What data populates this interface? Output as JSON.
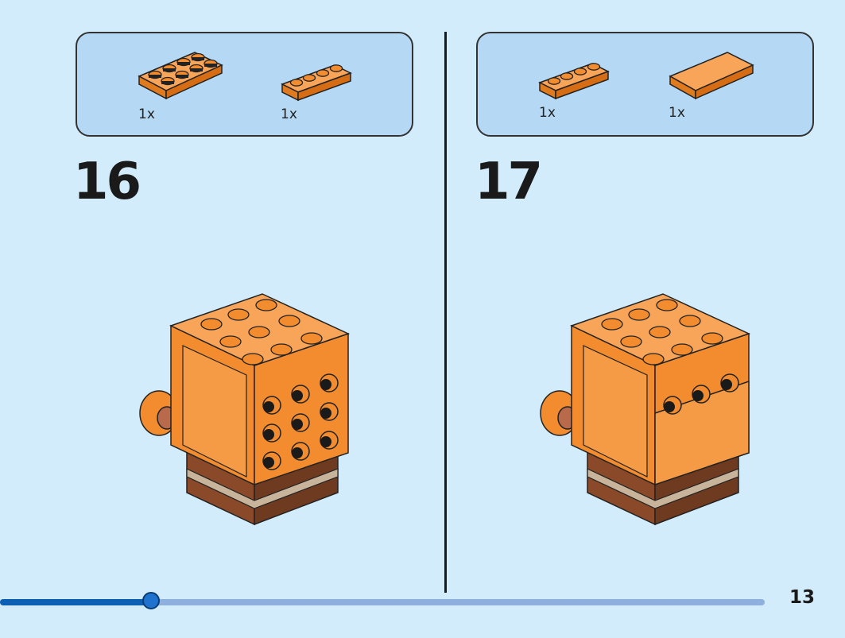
{
  "steps": [
    {
      "number": "16",
      "parts": [
        {
          "name": "plate-2x4",
          "qty": "1x",
          "color": "#f28c2f"
        },
        {
          "name": "plate-1x4",
          "qty": "1x",
          "color": "#f28c2f"
        }
      ]
    },
    {
      "number": "17",
      "parts": [
        {
          "name": "plate-1x4",
          "qty": "1x",
          "color": "#f28c2f"
        },
        {
          "name": "tile-2x4",
          "qty": "1x",
          "color": "#f28c2f"
        }
      ]
    }
  ],
  "progress": {
    "fraction": 0.198
  },
  "page_number": "13",
  "colors": {
    "background": "#d3ecfb",
    "parts_box": "#b5d9f5",
    "brick_orange": "#f28c2f",
    "brick_orange_light": "#f8a55a",
    "brick_brown": "#8a4a2a",
    "brick_tan": "#c8b49a",
    "progress_fill": "#0d5fb3",
    "progress_track": "#8fb0de"
  }
}
